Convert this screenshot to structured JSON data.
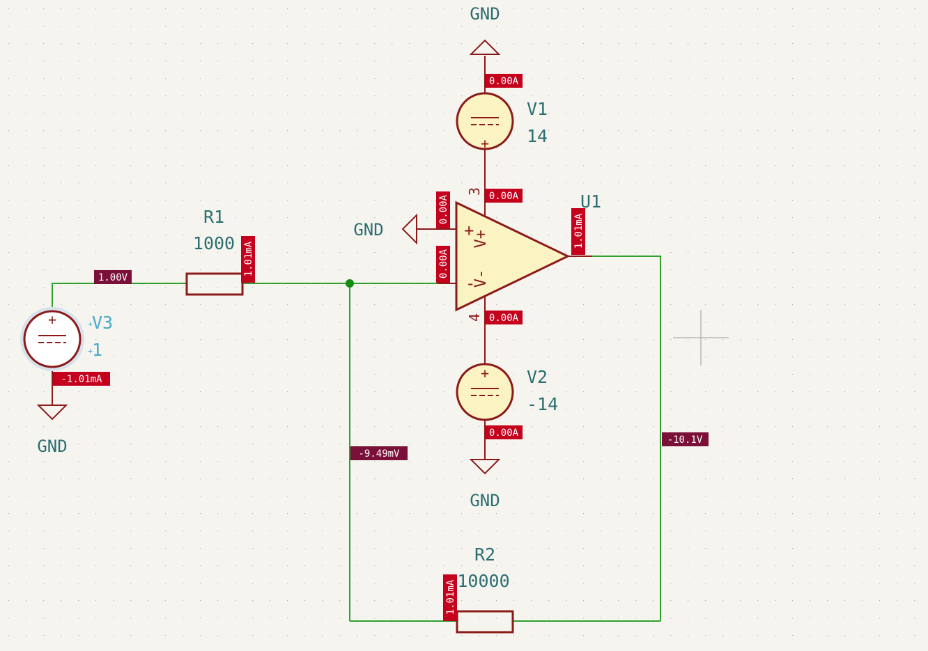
{
  "schematic": {
    "r1": {
      "ref": "R1",
      "value": "1000",
      "current": "1.01mA"
    },
    "r2": {
      "ref": "R2",
      "value": "10000",
      "current": "1.01mA"
    },
    "v1": {
      "ref": "V1",
      "value": "14",
      "current": "0.00A",
      "plus": "+"
    },
    "v2": {
      "ref": "V2",
      "value": "-14",
      "current": "0.00A",
      "plus": "+"
    },
    "v3": {
      "ref": "V3",
      "value": "1",
      "current": "-1.01mA",
      "plus": "+"
    },
    "u1": {
      "ref": "U1",
      "pin_vpp": "V+",
      "pin_vmm": "V-",
      "pin_plus": "+",
      "pin_minus": "-",
      "pin3": "3",
      "pin4": "4",
      "current_in_plus": "0.00A",
      "current_in_minus": "0.00A",
      "current_supply_pos": "0.00A",
      "current_supply_neg": "0.00A",
      "current_out": "1.01mA"
    },
    "gnd_labels": [
      "GND",
      "GND",
      "GND",
      "GND"
    ],
    "voltages": {
      "input_node": "1.00V",
      "inverting_node": "-9.49mV",
      "output_node": "-10.1V"
    }
  },
  "colors": {
    "background": "#f5f4ef",
    "wire": "#2fa02f",
    "component_body": "#8b1a1a",
    "component_fill": "#fbf3c2",
    "label_text": "#2c6e70",
    "current_tag": "#c4001c",
    "voltage_tag": "#7a1038",
    "junction": "#118c11"
  }
}
